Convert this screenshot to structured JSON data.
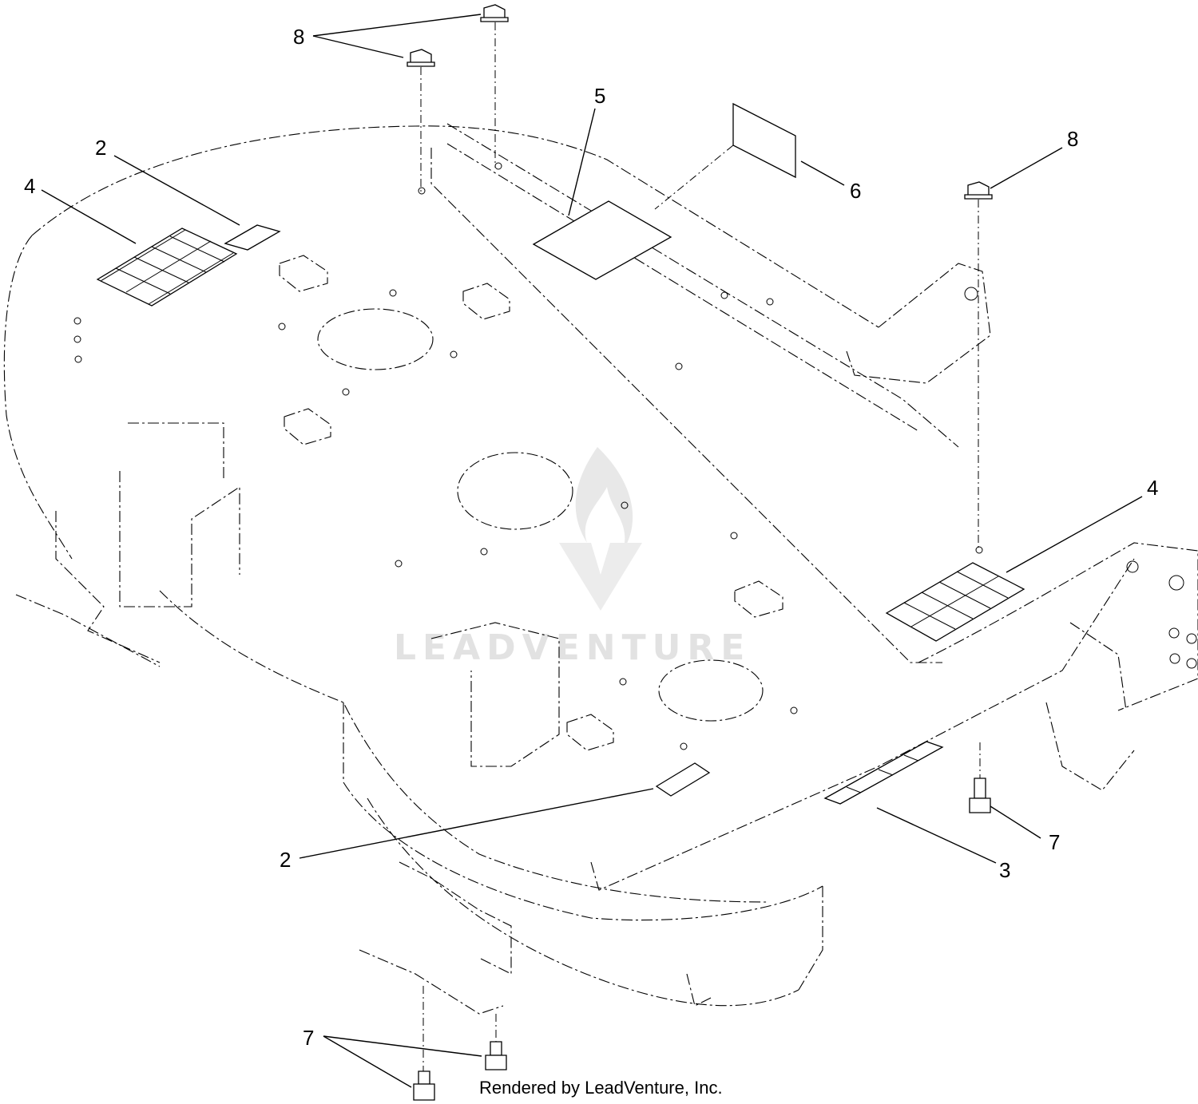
{
  "callouts": {
    "c8_top_left": "8",
    "c8_right": "8",
    "c5": "5",
    "c6": "6",
    "c2_top": "2",
    "c4_left": "4",
    "c4_right": "4",
    "c2_bottom": "2",
    "c3": "3",
    "c7_right": "7",
    "c7_bottom": "7"
  },
  "watermark": "LEADVENTURE",
  "credit": "Rendered by LeadVenture, Inc."
}
